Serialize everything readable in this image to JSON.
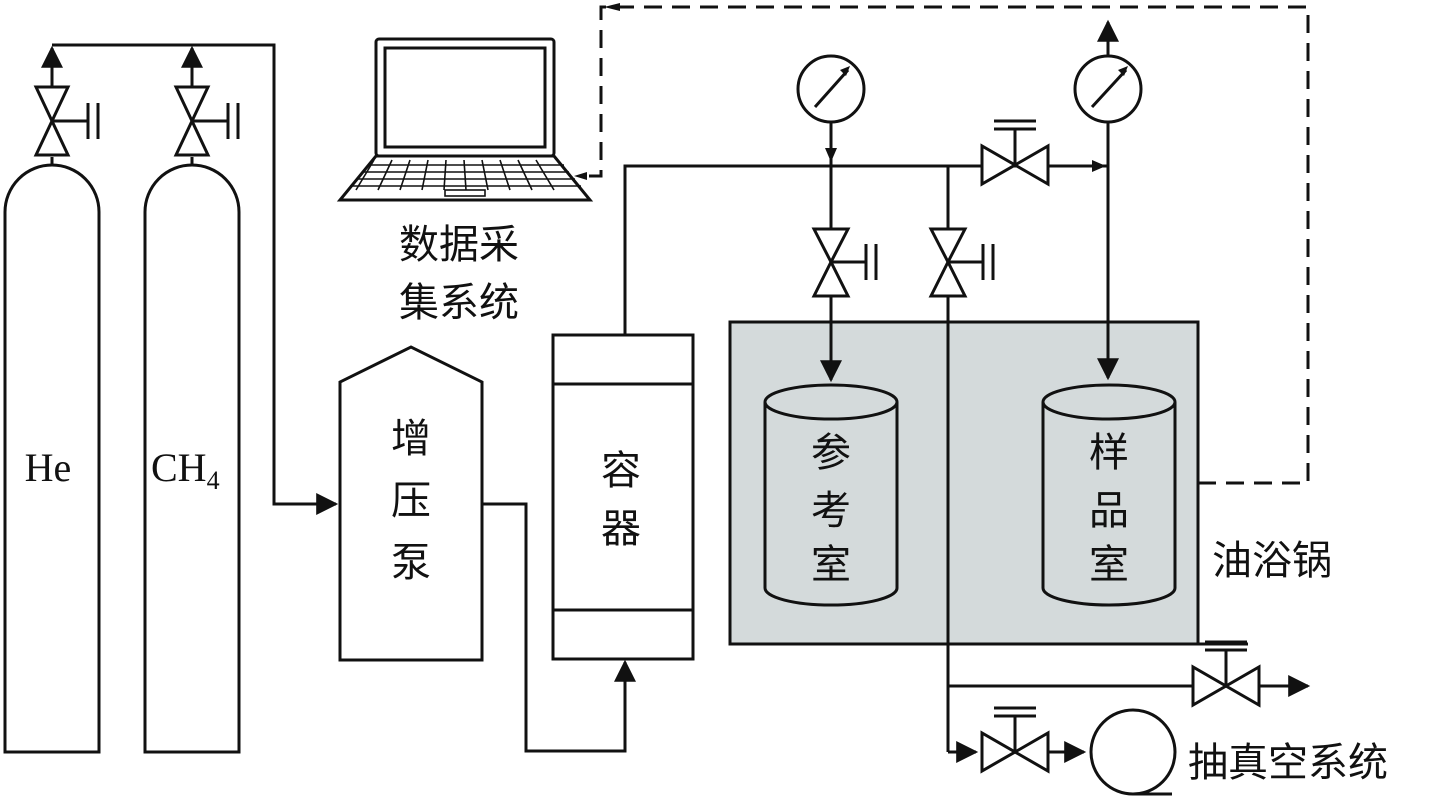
{
  "labels": {
    "he": "He",
    "ch4_main": "CH",
    "ch4_sub": "4",
    "daq_line1": "数据采",
    "daq_line2": "集系统",
    "pump_1": "增",
    "pump_2": "压",
    "pump_3": "泵",
    "container_1": "容",
    "container_2": "器",
    "ref_1": "参",
    "ref_2": "考",
    "ref_3": "室",
    "sample_1": "样",
    "sample_2": "品",
    "sample_3": "室",
    "oil_bath": "油浴锅",
    "vacuum": "抽真空系统"
  },
  "colors": {
    "line": "#111111",
    "bath_fill": "#d4dadb",
    "background": "#ffffff"
  }
}
